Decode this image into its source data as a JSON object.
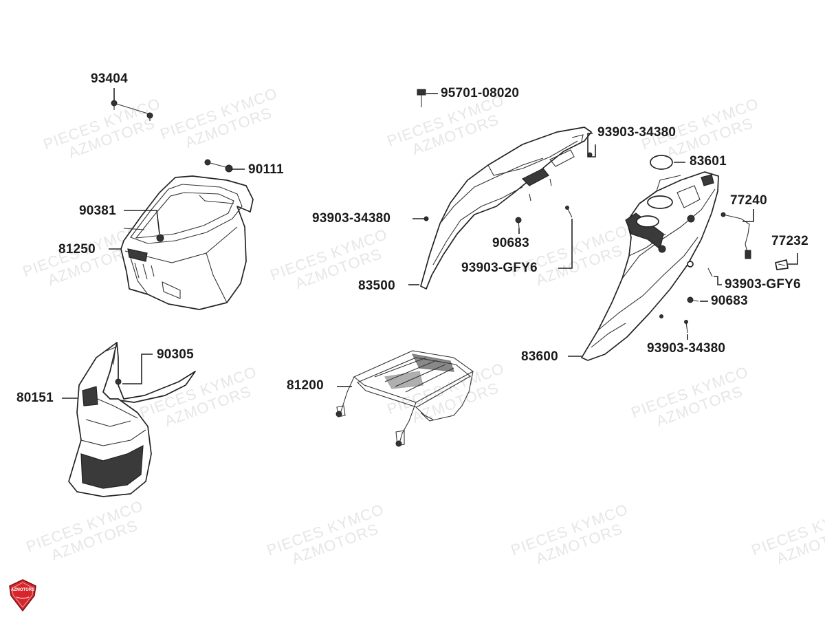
{
  "watermark": {
    "line1": "PIECES KYMCO",
    "line2": "AZMOTORS"
  },
  "logo": {
    "text": "AZMOTORS",
    "color": "#d6262b"
  },
  "parts": [
    {
      "id": "93404",
      "label": "93404"
    },
    {
      "id": "90111",
      "label": "90111"
    },
    {
      "id": "90381",
      "label": "90381"
    },
    {
      "id": "81250",
      "label": "81250"
    },
    {
      "id": "90305",
      "label": "90305"
    },
    {
      "id": "80151",
      "label": "80151"
    },
    {
      "id": "95701-08020",
      "label": "95701-08020"
    },
    {
      "id": "93903-34380-a",
      "label": "93903-34380"
    },
    {
      "id": "93903-34380-b",
      "label": "93903-34380"
    },
    {
      "id": "90683-a",
      "label": "90683"
    },
    {
      "id": "93903-GFY6-a",
      "label": "93903-GFY6"
    },
    {
      "id": "83500",
      "label": "83500"
    },
    {
      "id": "81200",
      "label": "81200"
    },
    {
      "id": "83601",
      "label": "83601"
    },
    {
      "id": "77240",
      "label": "77240"
    },
    {
      "id": "77232",
      "label": "77232"
    },
    {
      "id": "93903-GFY6-b",
      "label": "93903-GFY6"
    },
    {
      "id": "90683-b",
      "label": "90683"
    },
    {
      "id": "93903-34380-c",
      "label": "93903-34380"
    },
    {
      "id": "83600",
      "label": "83600"
    }
  ]
}
